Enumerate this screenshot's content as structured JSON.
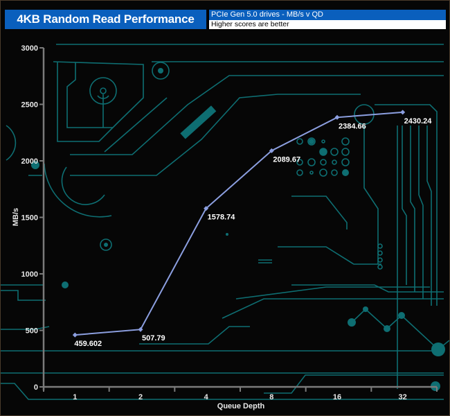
{
  "header": {
    "title": "4KB Random Read Performance",
    "subtitle": "PCIe Gen 5.0 drives - MB/s v QD",
    "note": "Higher scores are better"
  },
  "colors": {
    "header_bg": "#0a5fbd",
    "series_line": "#8c9fe0",
    "axis": "#7a7a7a",
    "circuit": "#0e6e72",
    "background": "#060606"
  },
  "chart_data": {
    "type": "line",
    "title": "4KB Random Read Performance",
    "subtitle": "PCIe Gen 5.0 drives - MB/s v QD",
    "xlabel": "Queue Depth",
    "ylabel": "MB/s",
    "categories": [
      "1",
      "2",
      "4",
      "8",
      "16",
      "32"
    ],
    "series": [
      {
        "name": "MB/s",
        "values": [
          459.602,
          507.79,
          1578.74,
          2089.67,
          2384.66,
          2430.24
        ],
        "labels": [
          "459.602",
          "507.79",
          "1578.74",
          "2089.67",
          "2384.66",
          "2430.24"
        ]
      }
    ],
    "ylim": [
      0,
      3000
    ],
    "yticks": [
      0,
      500,
      1000,
      1500,
      2000,
      2500,
      3000
    ],
    "ytick_labels": [
      "0",
      "500",
      "1000",
      "1500",
      "2000",
      "2500",
      "3000"
    ],
    "grid": false,
    "legend": "none"
  }
}
